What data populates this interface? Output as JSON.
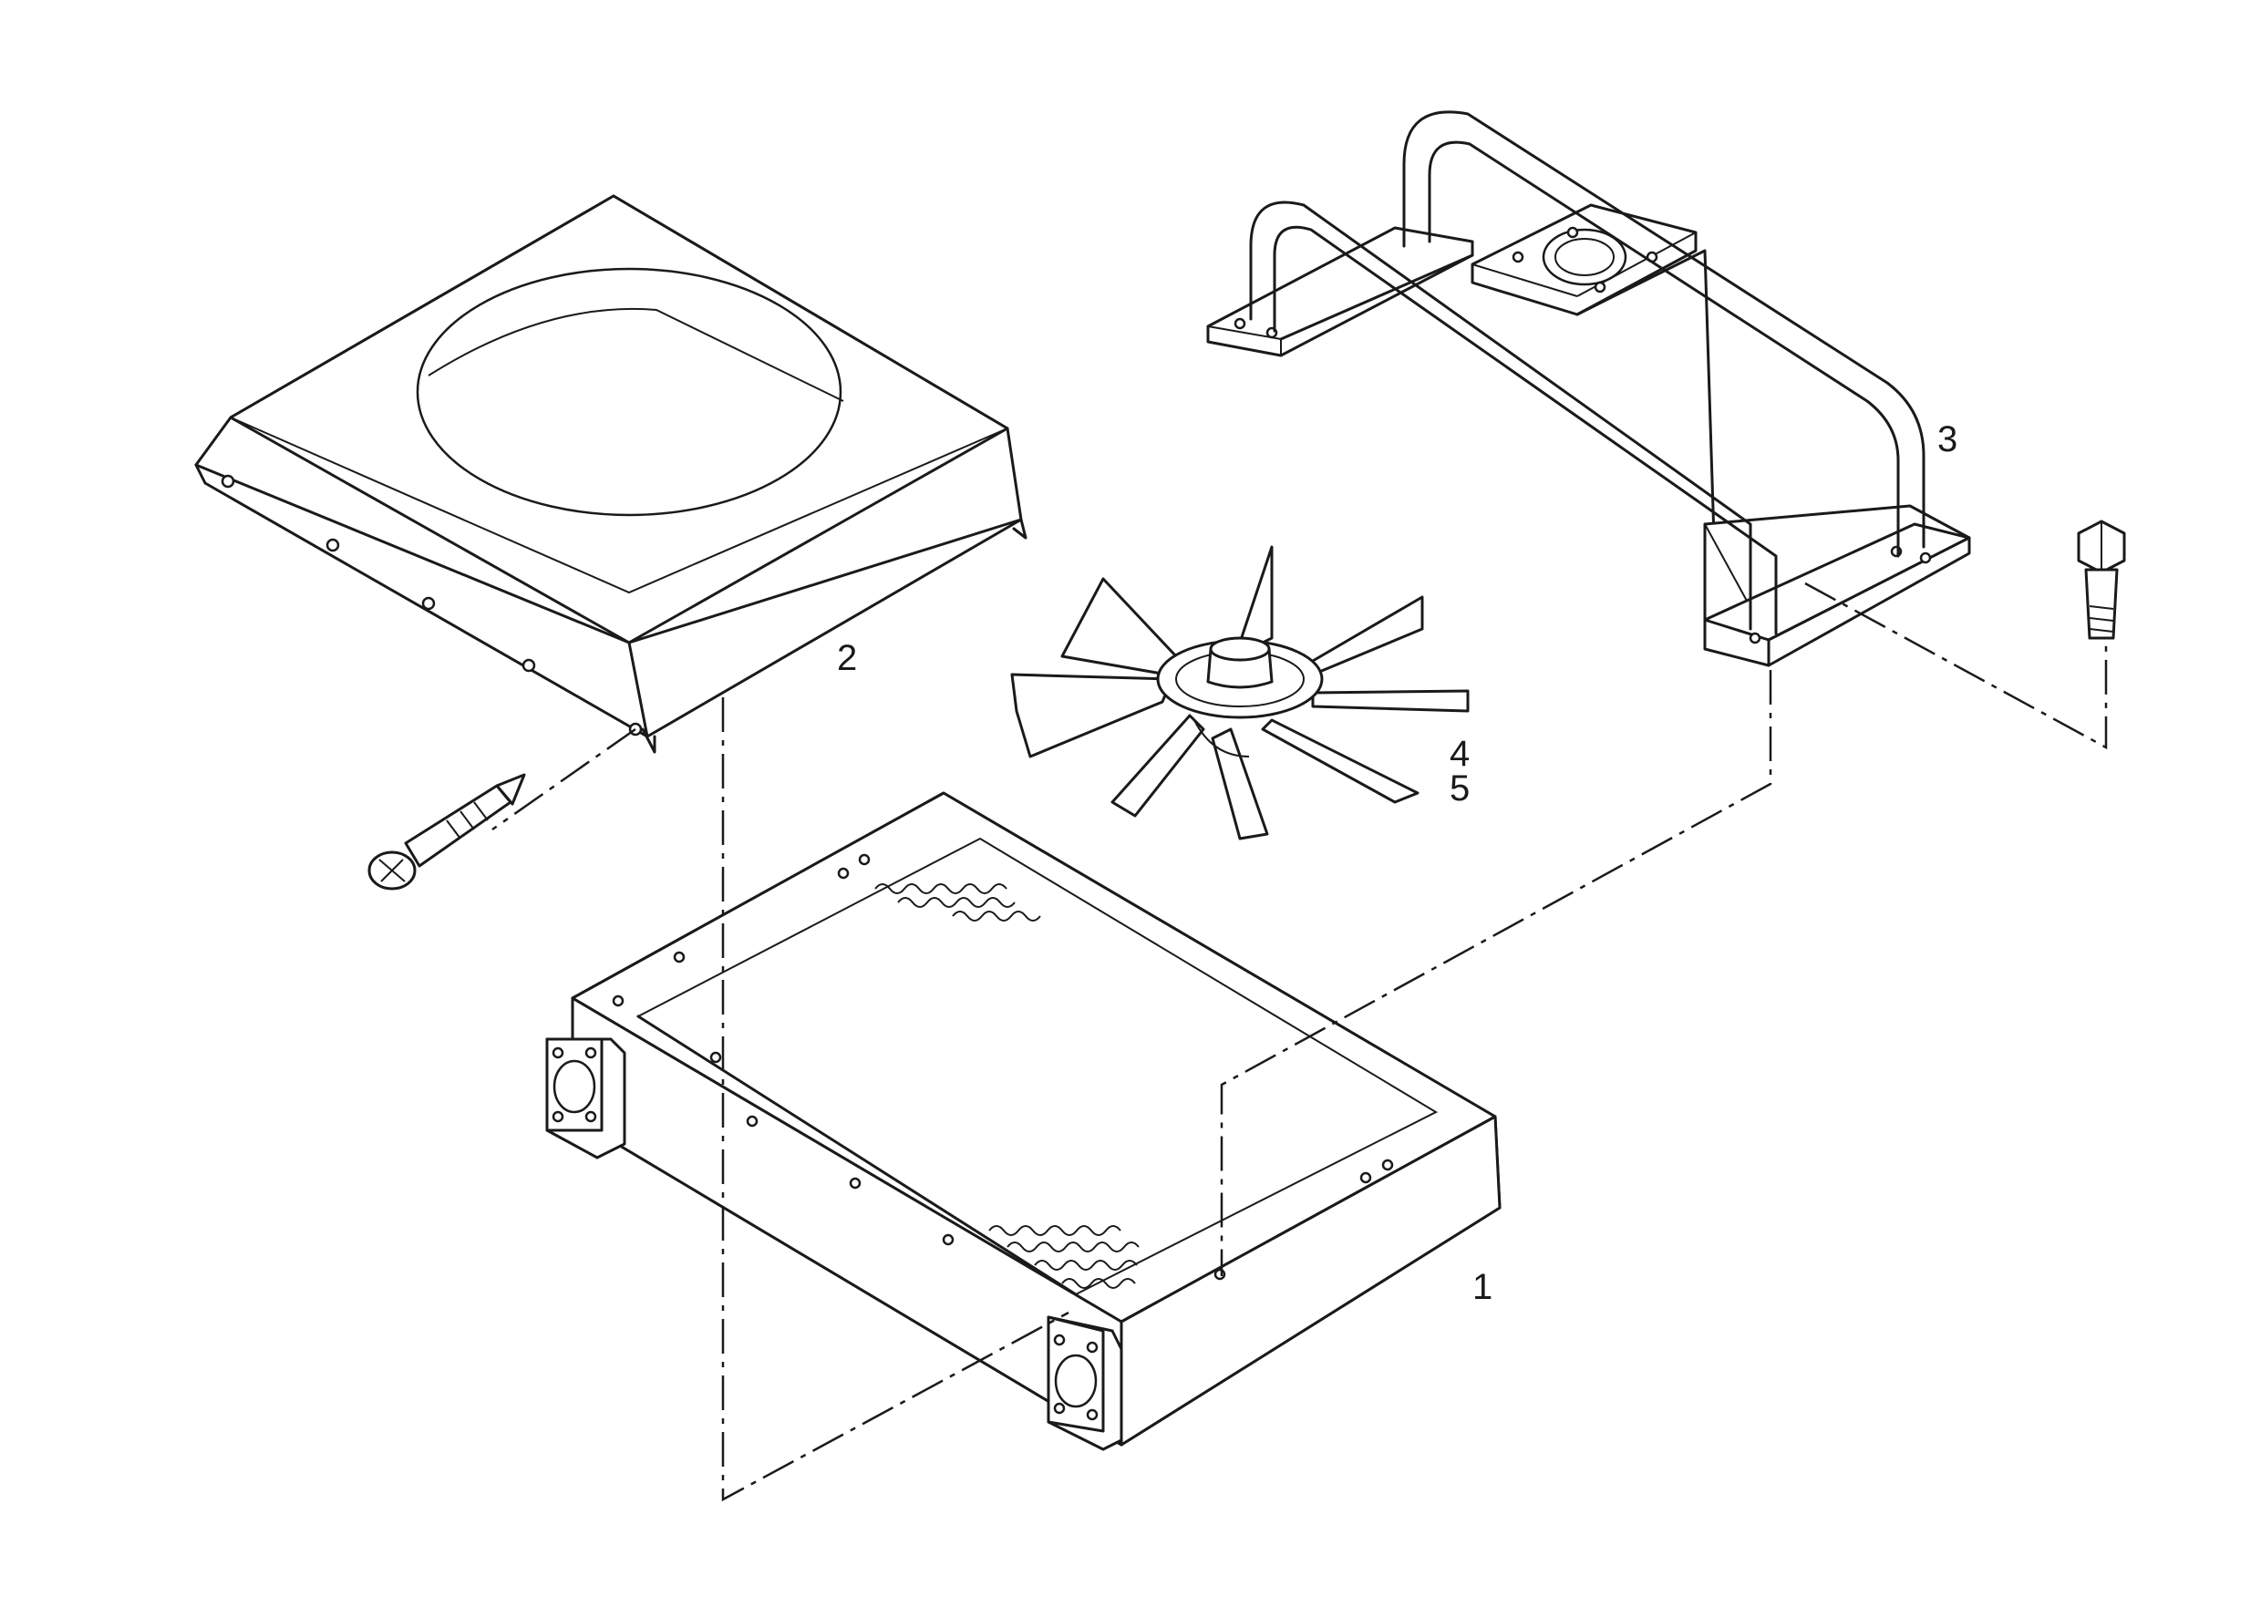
{
  "callouts": {
    "radiator": "1",
    "fan_shroud": "2",
    "guard_frame": "3",
    "fan_upper": "4",
    "fan_lower": "5"
  }
}
